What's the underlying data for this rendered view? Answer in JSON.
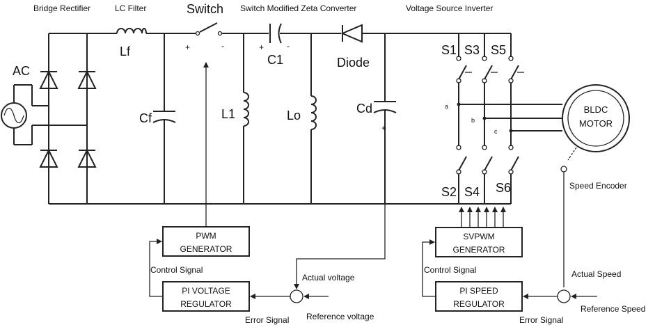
{
  "labels": {
    "bridge_rectifier": "Bridge Rectifier",
    "lc_filter": "LC Filter",
    "switch_title": "Switch",
    "zeta_converter": "Switch Modified Zeta Converter",
    "vsi": "Voltage Source Inverter",
    "ac": "AC",
    "lf": "Lf",
    "cf": "Cf",
    "l1": "L1",
    "c1": "C1",
    "lo": "Lo",
    "diode": "Diode",
    "cd": "Cd",
    "s1": "S1",
    "s3": "S3",
    "s5": "S5",
    "s2": "S2",
    "s4": "S4",
    "s6": "S6",
    "phase_a": "a",
    "phase_b": "b",
    "phase_c": "c",
    "motor_line1": "BLDC",
    "motor_line2": "MOTOR",
    "speed_encoder": "Speed Encoder",
    "pwm_line1": "PWM",
    "pwm_line2": "GENERATOR",
    "pi_voltage_line1": "PI VOLTAGE",
    "pi_voltage_line2": "REGULATOR",
    "svpwm_line1": "SVPWM",
    "svpwm_line2": "GENERATOR",
    "pi_speed_line1": "PI SPEED",
    "pi_speed_line2": "REGULATOR",
    "control_signal_left": "Control Signal",
    "control_signal_right": "Control Signal",
    "actual_voltage": "Actual voltage",
    "reference_voltage": "Reference voltage",
    "error_signal_left": "Error Signal",
    "error_signal_right": "Error Signal",
    "actual_speed": "Actual Speed",
    "reference_speed": "Reference Speed",
    "plus_sign": "+",
    "minus_sign": "-"
  }
}
